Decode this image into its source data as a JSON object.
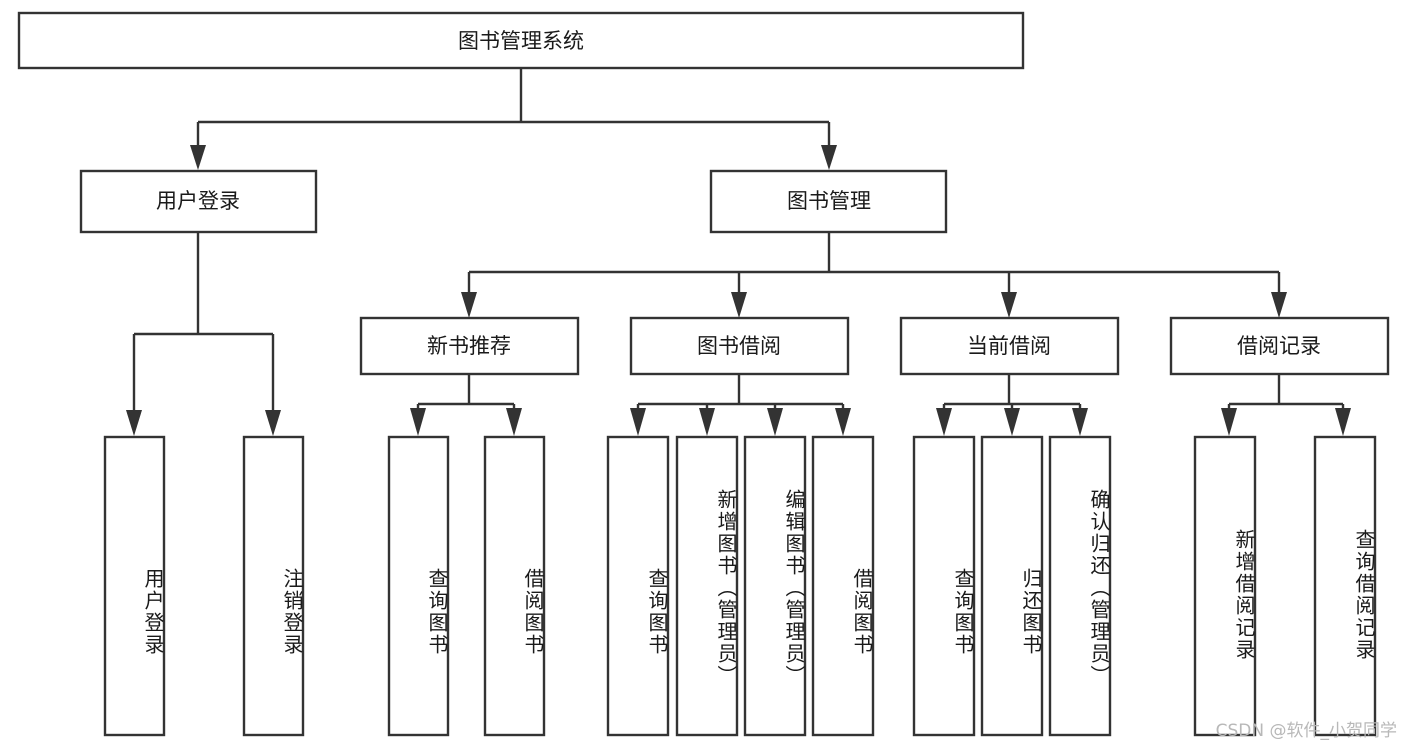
{
  "diagram": {
    "title": "图书管理系统",
    "type": "hierarchy-tree",
    "root": {
      "label": "图书管理系统",
      "orientation": "horizontal"
    },
    "level2": [
      {
        "label": "用户登录",
        "orientation": "horizontal"
      },
      {
        "label": "图书管理",
        "orientation": "horizontal"
      }
    ],
    "level3": [
      {
        "label": "新书推荐",
        "orientation": "horizontal",
        "parent": "图书管理"
      },
      {
        "label": "图书借阅",
        "orientation": "horizontal",
        "parent": "图书管理"
      },
      {
        "label": "当前借阅",
        "orientation": "horizontal",
        "parent": "图书管理"
      },
      {
        "label": "借阅记录",
        "orientation": "horizontal",
        "parent": "图书管理"
      }
    ],
    "leaves": [
      {
        "label": "用户登录",
        "orientation": "vertical",
        "parent": "用户登录"
      },
      {
        "label": "注销登录",
        "orientation": "vertical",
        "parent": "用户登录"
      },
      {
        "label": "查询图书",
        "orientation": "vertical",
        "parent": "新书推荐"
      },
      {
        "label": "借阅图书",
        "orientation": "vertical",
        "parent": "新书推荐"
      },
      {
        "label": "查询图书",
        "orientation": "vertical",
        "parent": "图书借阅"
      },
      {
        "label": "新增图书（管理员）",
        "orientation": "vertical",
        "parent": "图书借阅"
      },
      {
        "label": "编辑图书（管理员）",
        "orientation": "vertical",
        "parent": "图书借阅"
      },
      {
        "label": "借阅图书",
        "orientation": "vertical",
        "parent": "图书借阅"
      },
      {
        "label": "查询图书",
        "orientation": "vertical",
        "parent": "当前借阅"
      },
      {
        "label": "归还图书",
        "orientation": "vertical",
        "parent": "当前借阅"
      },
      {
        "label": "确认归还（管理员）",
        "orientation": "vertical",
        "parent": "当前借阅"
      },
      {
        "label": "新增借阅记录",
        "orientation": "vertical",
        "parent": "借阅记录"
      },
      {
        "label": "查询借阅记录",
        "orientation": "vertical",
        "parent": "借阅记录"
      }
    ],
    "colors": {
      "box_stroke": "#333333",
      "box_fill": "#ffffff",
      "text": "#1a1a1a",
      "connector": "#333333",
      "background": "#ffffff",
      "watermark": "#b8b8b8"
    }
  },
  "watermark": {
    "text": "CSDN @软件_小贺同学"
  }
}
